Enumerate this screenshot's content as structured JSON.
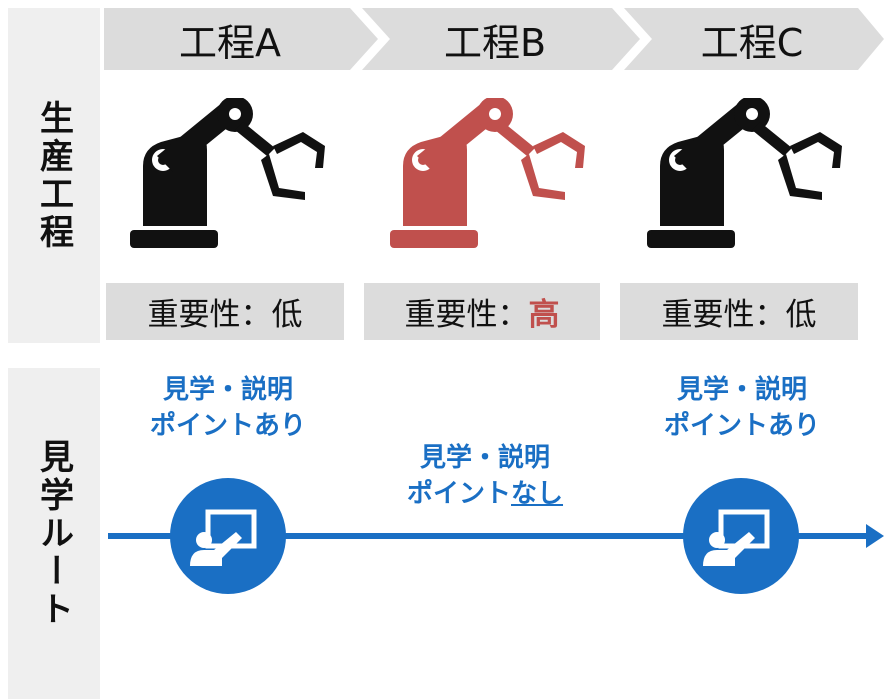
{
  "sections": {
    "production": "生産工程",
    "tour": "見学ルート"
  },
  "steps": [
    {
      "label": "工程A",
      "importance_prefix": "重要性：",
      "importance_value": "低",
      "robot_color": "#111111"
    },
    {
      "label": "工程B",
      "importance_prefix": "重要性：",
      "importance_value": "高",
      "robot_color": "#c0504d"
    },
    {
      "label": "工程C",
      "importance_prefix": "重要性：",
      "importance_value": "低",
      "robot_color": "#111111"
    }
  ],
  "tour_points": [
    {
      "line1": "見学・説明",
      "line2": "ポイントあり",
      "icon": "presentation-icon"
    },
    {
      "line1": "見学・説明",
      "line2_prefix": "ポイント",
      "line2_emph": "なし"
    },
    {
      "line1": "見学・説明",
      "line2": "ポイントあり",
      "icon": "presentation-icon"
    }
  ],
  "colors": {
    "route_blue": "#1a6fc4",
    "highlight_red": "#c0504d",
    "panel_gray": "#dcdcdc",
    "side_gray": "#efefef"
  }
}
